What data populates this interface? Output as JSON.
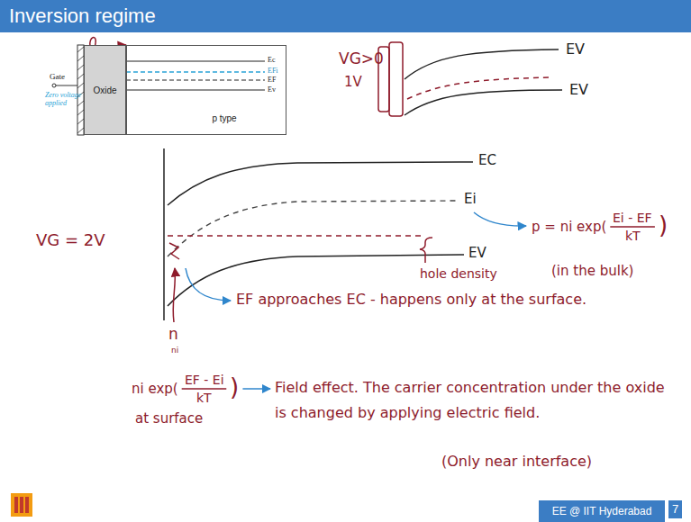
{
  "diagram": {
    "title": "Inversion regime",
    "nodes": [
      {
        "text": [
          "Oxide"
        ]
      },
      {
        "text": [
          "p type"
        ]
      },
      {
        "text": [
          "EE @ IIT Hyderabad"
        ]
      }
    ],
    "labels": [
      "Gate",
      "Zero voltage applied",
      "Ec",
      "EFi",
      "EF",
      "Ev",
      "VG>0",
      "1V",
      "EV",
      "EV",
      "VG = 2V",
      "EC",
      "Ei",
      "EV",
      "p = ni exp(",
      "Ei - EF",
      "kT",
      ")",
      "(in the bulk)",
      "hole density",
      "EF approaches EC - happens only at the surface.",
      "n",
      "ni",
      "ni exp(",
      "EF - Ei",
      "kT",
      ")",
      "at surface",
      "Field effect. The carrier concentration under the oxide is changed by applying electric field.",
      "(Only near interface)",
      "7"
    ]
  }
}
